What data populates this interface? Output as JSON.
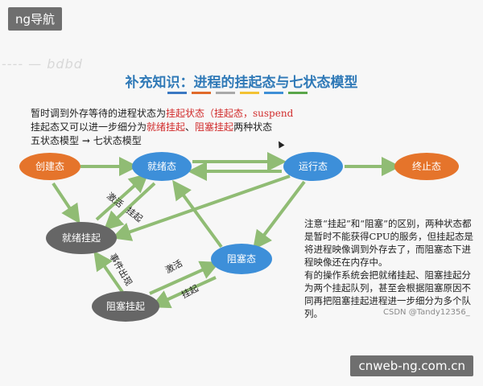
{
  "nav_badge": "ng导航",
  "watermark_faint": "---- — bdbd",
  "title": "补充知识：进程的挂起态与七状态模型",
  "title_bars": [
    "#3a78c2",
    "#e06a2a",
    "#a9a9a9",
    "#f2c233",
    "#3e8fd6",
    "#5aa64a"
  ],
  "intro": {
    "line1_a": "暂时调到外存等待的进程状态为",
    "line1_b": "挂起状态（挂起态，suspend",
    "line2_a": "挂起态又可以进一步细分为",
    "line2_b": "就绪挂起",
    "line2_c": "、",
    "line2_d": "阻塞挂起",
    "line2_e": "两种状态",
    "line3_a": "五状态模型",
    "line3_arrow": "→",
    "line3_b": "七状态模型"
  },
  "nodes": {
    "create": "创建态",
    "ready": "就绪态",
    "running": "运行态",
    "terminated": "终止态",
    "ready_suspend": "就绪挂起",
    "blocked": "阻塞态",
    "blocked_suspend": "阻塞挂起"
  },
  "edge_labels": {
    "activate1": "激活",
    "suspend1": "挂起",
    "activate2": "激活",
    "suspend2": "挂起",
    "event": "事件出现"
  },
  "note": {
    "p1": "注意“挂起”和“阻塞”的区别，两种状态都是暂时不能获得CPU的服务，但挂起态是将进程映像调到外存去了，而阻塞态下进程映像还在内存中。",
    "p2": "有的操作系统会把就绪挂起、阻塞挂起分为两个挂起队列，甚至会根据阻塞原因不同再把阻塞挂起进程进一步细分为多个队列。"
  },
  "credit": "CSDN @Tandy12356_",
  "site_badge": "cnweb-ng.com.cn",
  "colors": {
    "orange_node": "#e5742b",
    "blue_node": "#3d8fd9",
    "gray_node": "#666666",
    "arrow": "#90bc74"
  }
}
